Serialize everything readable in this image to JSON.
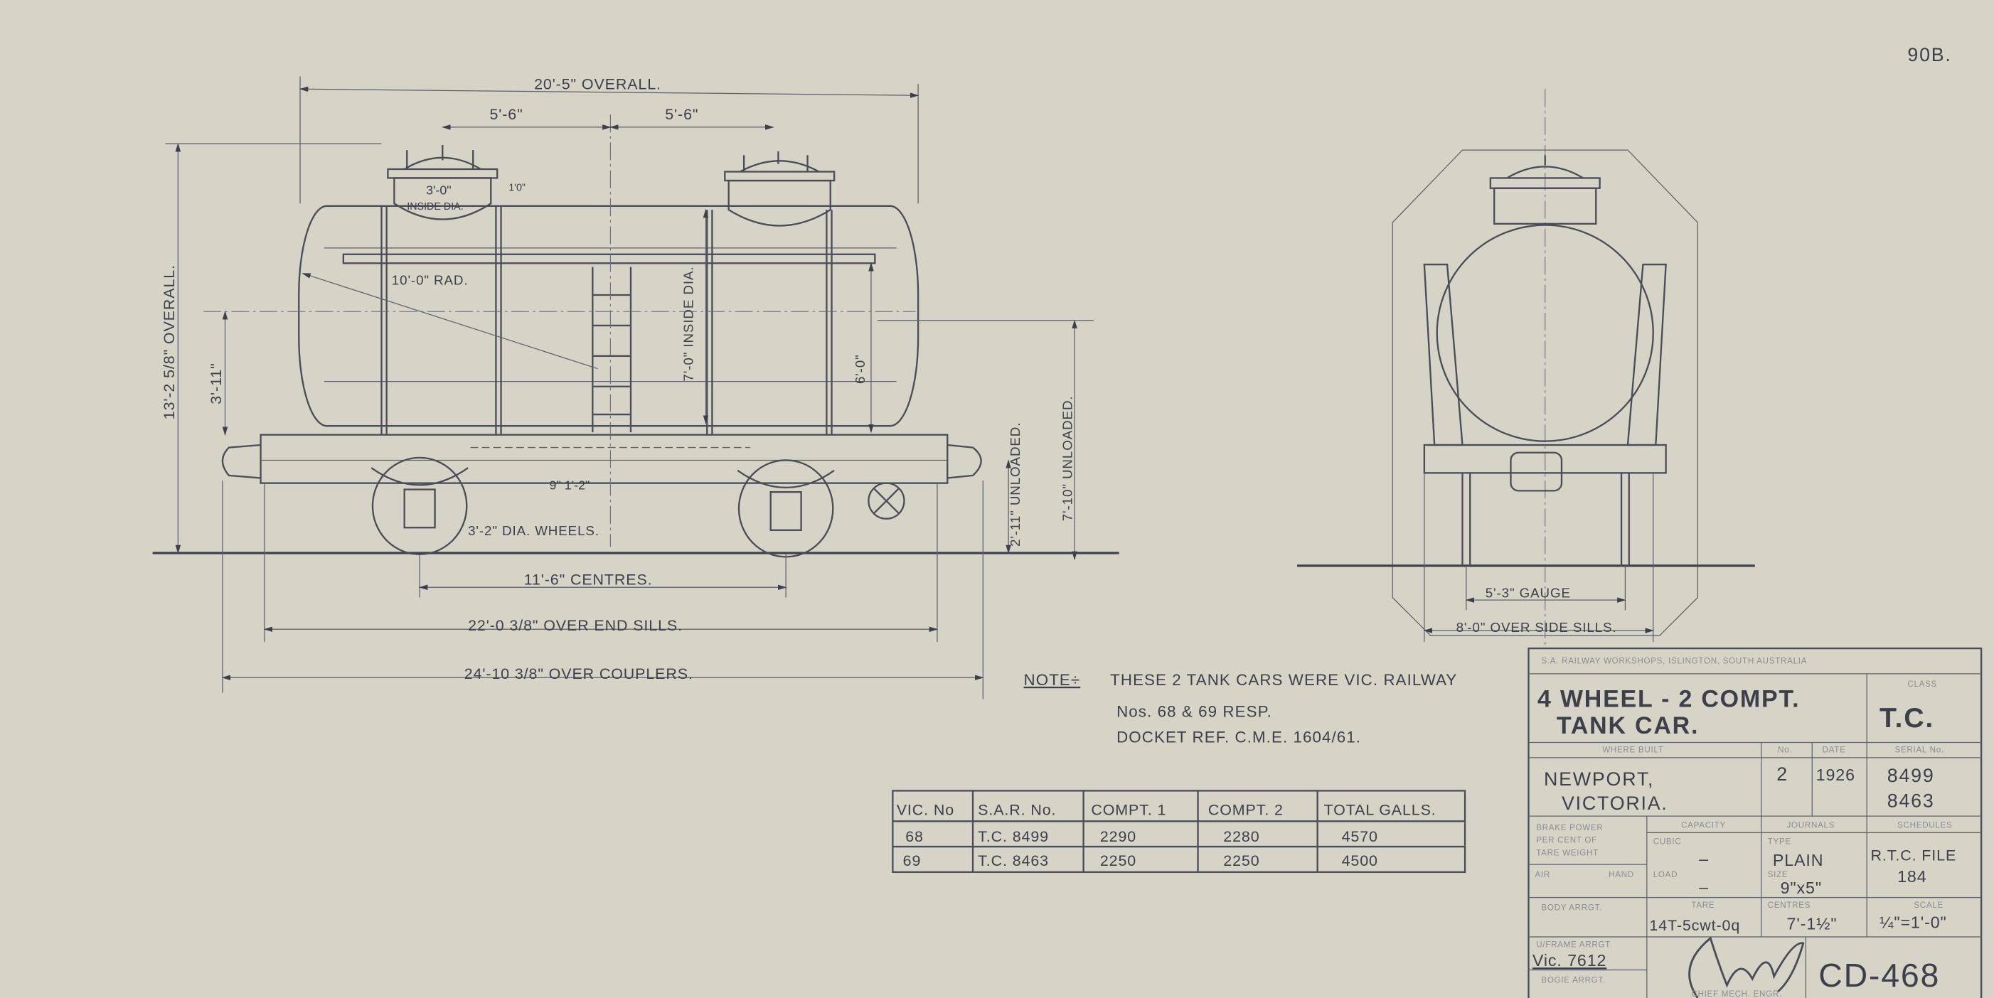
{
  "sheet_number": "90B.",
  "side_view": {
    "overall_length": "20'-5\" OVERALL.",
    "dome_left_offset": "5'-6\"",
    "dome_right_offset": "5'-6\"",
    "overall_height": "13'-2 5/8\" OVERALL.",
    "frame_height": "3'-11\"",
    "dome_dia": "3'-0\"",
    "dome_dia_note": "INSIDE DIA.",
    "dome_height": "1'0\"",
    "end_radius": "10'-0\" RAD.",
    "tank_inside_dia": "7'-0\" INSIDE DIA.",
    "tank_height": "6'-0\"",
    "outlet_dims": "9\" 1'-2\"",
    "wheel_dia": "3'-2\" DIA. WHEELS.",
    "buffer_height": "2'-11\" UNLOADED.",
    "walkway_height": "7'-10\" UNLOADED.",
    "wheel_centres": "11'-6\" CENTRES.",
    "over_end_sills": "22'-0 3/8\" OVER END SILLS.",
    "over_couplers": "24'-10 3/8\" OVER COUPLERS."
  },
  "end_view": {
    "gauge": "5'-3\" GAUGE",
    "over_side_sills": "8'-0\" OVER SIDE SILLS."
  },
  "note": {
    "label": "NOTE÷",
    "lines": [
      "THESE 2 TANK CARS WERE VIC. RAILWAY",
      "Nos. 68 & 69 RESP.",
      "DOCKET REF. C.M.E. 1604/61."
    ]
  },
  "capacity_table": {
    "headers": [
      "VIC. No",
      "S.A.R. No.",
      "COMPT. 1",
      "COMPT. 2",
      "TOTAL GALLS."
    ],
    "rows": [
      [
        "68",
        "T.C. 8499",
        "2290",
        "2280",
        "4570"
      ],
      [
        "69",
        "T.C. 8463",
        "2250",
        "2250",
        "4500"
      ]
    ]
  },
  "title_block": {
    "workshop": "S.A. RAILWAY WORKSHOPS, ISLINGTON, SOUTH AUSTRALIA",
    "title_line1": "4 WHEEL - 2 COMPT.",
    "title_line2": "TANK CAR.",
    "class_label": "CLASS",
    "class_value": "T.C.",
    "where_built_label": "WHERE BUILT",
    "number_label": "No.",
    "date_label": "DATE",
    "serial_label": "SERIAL No.",
    "where_built_line1": "NEWPORT,",
    "where_built_line2": "VICTORIA.",
    "number": "2",
    "date": "1926",
    "serial1": "8499",
    "serial2": "8463",
    "brake_label1": "BRAKE POWER",
    "brake_label2": "PER CENT OF",
    "brake_label3": "TARE WEIGHT",
    "capacity_label": "CAPACITY",
    "journals_label": "JOURNALS",
    "schedules_label": "SCHEDULES",
    "cubic_label": "CUBIC",
    "cubic_value": "–",
    "load_label": "LOAD",
    "load_value": "–",
    "type_label": "TYPE",
    "type_value": "PLAIN",
    "size_label": "SIZE",
    "size_value": "9\"x5\"",
    "schedules_value1": "R.T.C. FILE",
    "schedules_value2": "184",
    "air_label": "AIR",
    "hand_label": "HAND",
    "body_arrgt_label": "BODY ARRGT.",
    "tare_label": "TARE",
    "tare_value": "14T-5cwt-0q",
    "centres_label": "CENTRES",
    "centres_value": "7'-1½\"",
    "scale_label": "SCALE",
    "scale_value": "¼\"=1'-0\"",
    "uframe_label": "U/FRAME ARRGT.",
    "uframe_value": "Vic. 7612",
    "bogie_label": "BOGIE ARRGT.",
    "engineer_label": "CHIEF MECH. ENGR.",
    "drawing_number": "CD-468"
  }
}
